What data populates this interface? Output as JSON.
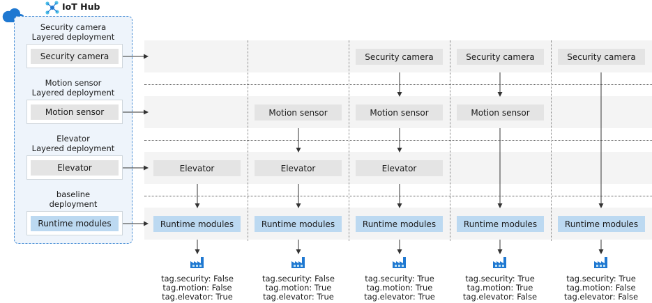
{
  "hub": {
    "title": "IoT Hub"
  },
  "deployments": [
    {
      "name": "Security camera",
      "subtitle": "Layered deployment",
      "module": "Security camera"
    },
    {
      "name": "Motion sensor",
      "subtitle": "Layered deployment",
      "module": "Motion sensor"
    },
    {
      "name": "Elevator",
      "subtitle": "Layered deployment",
      "module": "Elevator"
    },
    {
      "name": "baseline",
      "subtitle": "deployment",
      "module": "Runtime modules"
    }
  ],
  "devices": [
    {
      "modules": {
        "camera": "",
        "motion": "",
        "elevator": "Elevator",
        "runtime": "Runtime modules"
      },
      "tags": [
        "tag.security: False",
        "tag.motion: False",
        "tag.elevator: True"
      ]
    },
    {
      "modules": {
        "camera": "",
        "motion": "Motion sensor",
        "elevator": "Elevator",
        "runtime": "Runtime modules"
      },
      "tags": [
        "tag.security: False",
        "tag.motion: True",
        "tag.elevator: True"
      ]
    },
    {
      "modules": {
        "camera": "Security camera",
        "motion": "Motion sensor",
        "elevator": "Elevator",
        "runtime": "Runtime modules"
      },
      "tags": [
        "tag.security: True",
        "tag.motion: True",
        "tag.elevator: True"
      ]
    },
    {
      "modules": {
        "camera": "Security camera",
        "motion": "Motion sensor",
        "elevator": "",
        "runtime": "Runtime modules"
      },
      "tags": [
        "tag.security: True",
        "tag.motion: True",
        "tag.elevator: False"
      ]
    },
    {
      "modules": {
        "camera": "Security camera",
        "motion": "",
        "elevator": "",
        "runtime": "Runtime modules"
      },
      "tags": [
        "tag.security: True",
        "tag.motion: False",
        "tag.elevator: False"
      ]
    }
  ],
  "icons": {
    "cloud": "cloud-icon",
    "hub": "iot-hub-icon",
    "device": "factory-icon"
  },
  "colors": {
    "hub_border": "#4a8fd6",
    "hub_fill": "#eef4fb",
    "module_gray": "#e4e4e4",
    "runtime_blue": "#bcd9f1",
    "cloud": "#1f78d1"
  }
}
